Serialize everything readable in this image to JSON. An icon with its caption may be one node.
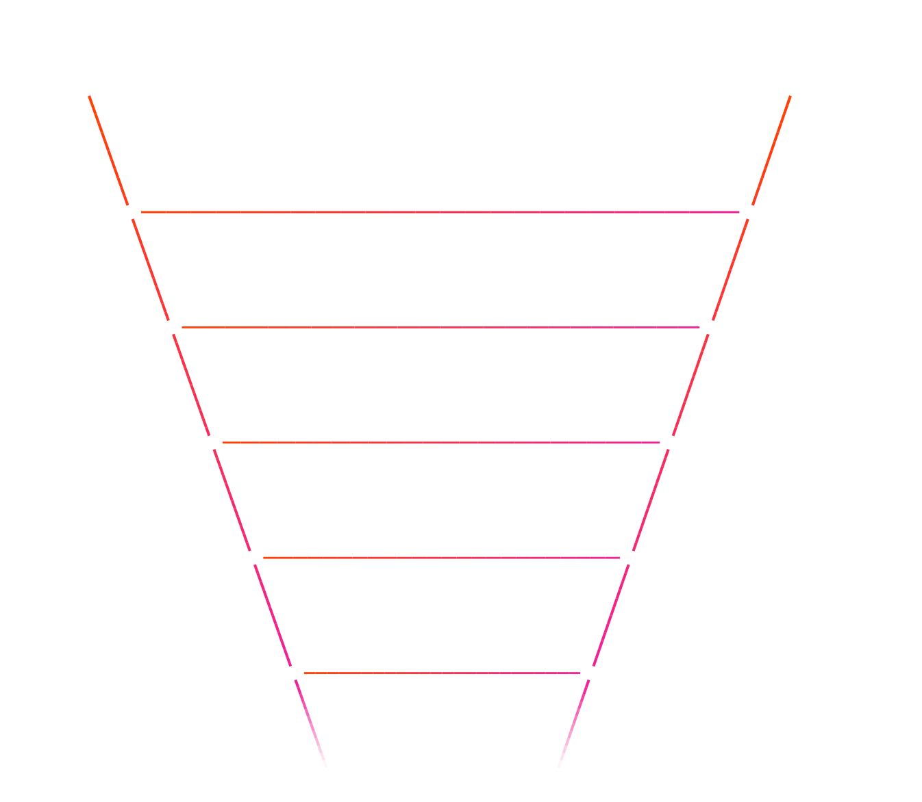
{
  "diagram": {
    "nodes": [
      {
        "text": [],
        "shape": "band"
      },
      {
        "text": [],
        "shape": "band"
      },
      {
        "text": [],
        "shape": "band"
      },
      {
        "text": [],
        "shape": "band"
      },
      {
        "text": [],
        "shape": "band"
      },
      {
        "text": [],
        "shape": "band"
      }
    ]
  }
}
